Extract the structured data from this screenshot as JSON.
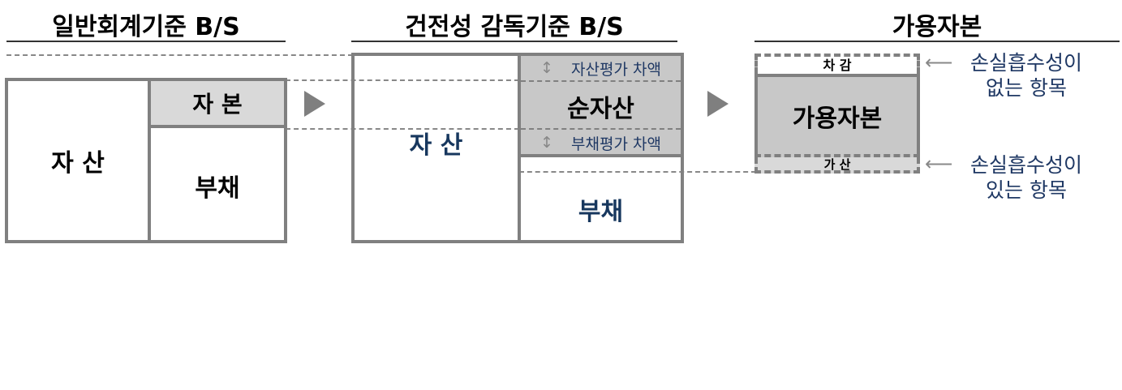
{
  "panel1": {
    "title": "일반회계기준 B/S",
    "assets": "자 산",
    "equity": "자 본",
    "liabilities": "부채"
  },
  "panel2": {
    "title": "건전성 감독기준 B/S",
    "assets": "자 산",
    "asset_valuation_diff": "자산평가 차액",
    "net_assets": "순자산",
    "liability_valuation_diff": "부채평가 차액",
    "liabilities": "부채"
  },
  "panel3": {
    "title": "가용자본",
    "deduction": "차 감",
    "available_capital": "가용자본",
    "addition": "가 산",
    "note_top": [
      "손실흡수성이",
      "없는 항목"
    ],
    "note_bottom": [
      "손실흡수성이",
      "있는 항목"
    ]
  },
  "colors": {
    "border": "#808080",
    "fill_gray": "#c8c8c8",
    "fill_light": "#d9d9d9",
    "navy": "#17375e"
  }
}
